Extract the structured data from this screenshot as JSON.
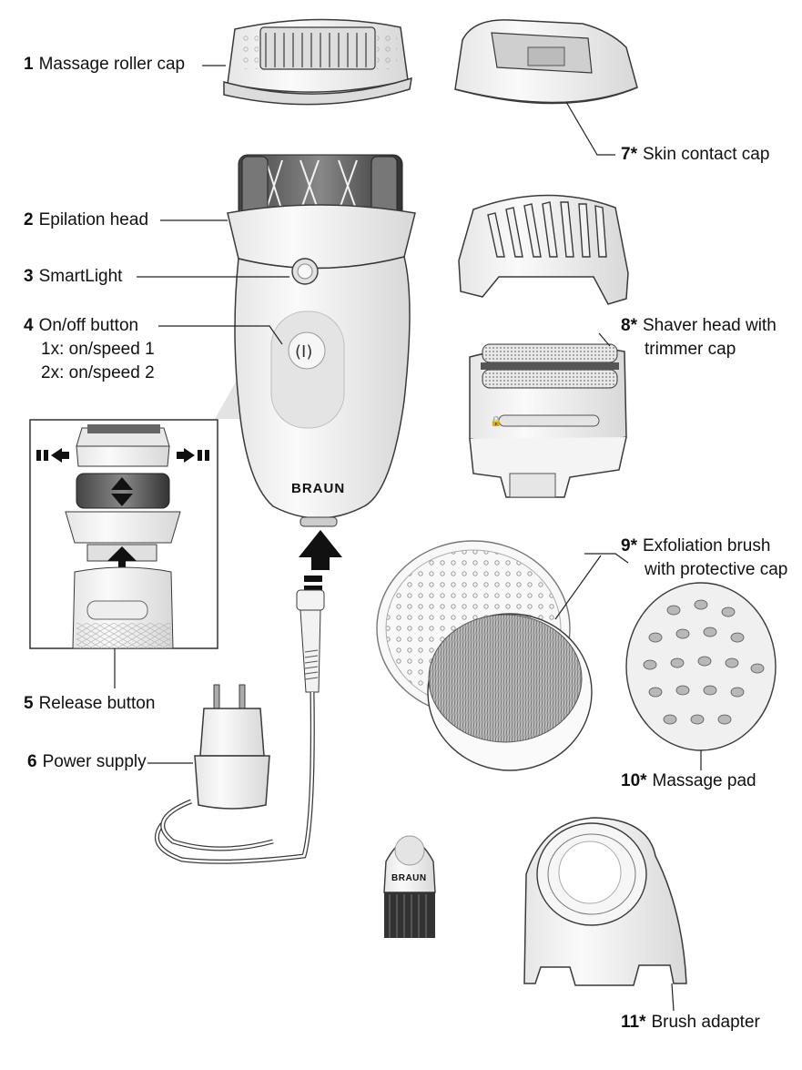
{
  "labels": {
    "massage_roller_cap": {
      "num": "1",
      "text": "Massage roller cap"
    },
    "epilation_head": {
      "num": "2",
      "text": "Epilation head"
    },
    "smartlight": {
      "num": "3",
      "text": "SmartLight"
    },
    "onoff_button": {
      "num": "4",
      "text": "On/off button",
      "line2": "1x: on/speed 1",
      "line3": "2x: on/speed 2"
    },
    "release_button": {
      "num": "5",
      "text": "Release button"
    },
    "power_supply": {
      "num": "6",
      "text": "Power supply"
    },
    "skin_contact_cap": {
      "num": "7*",
      "text": "Skin contact cap"
    },
    "shaver_head": {
      "num": "8*",
      "text": "Shaver head with",
      "line2": "trimmer cap"
    },
    "exfoliation_brush": {
      "num": "9*",
      "text": "Exfoliation brush",
      "line2": "with protective cap"
    },
    "massage_pad": {
      "num": "10*",
      "text": "Massage pad"
    },
    "brush_adapter": {
      "num": "11*",
      "text": "Brush adapter"
    }
  },
  "brand": {
    "device_logo": "BRAUN",
    "brush_logo": "BRAUN"
  },
  "colors": {
    "outline": "#3a3a3a",
    "body": "#f7f7f7",
    "shade": "#d9d9d9",
    "dark": "#222222",
    "accent_light": "#eeeeee"
  }
}
